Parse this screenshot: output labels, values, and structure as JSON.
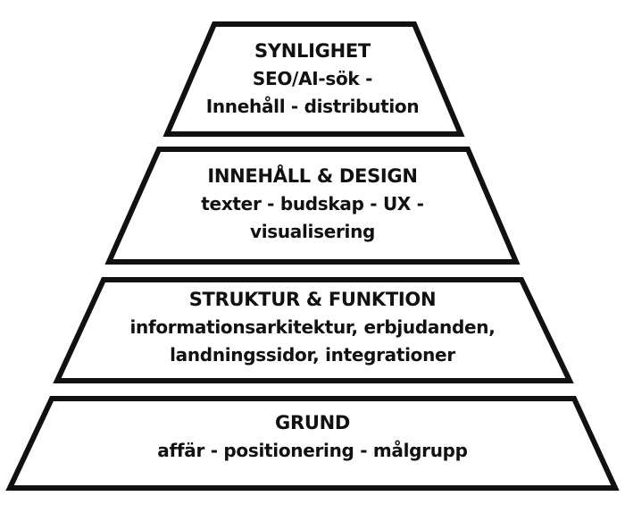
{
  "colors": {
    "stroke": "#111111",
    "fill": "#ffffff",
    "text": "#111111"
  },
  "tiers": [
    {
      "title": "SYNLIGHET",
      "lines": [
        "SEO/AI-sök -",
        "Innehåll - distribution"
      ]
    },
    {
      "title": "INNEHÅLL & DESIGN",
      "lines": [
        "texter - budskap - UX -",
        "visualisering"
      ]
    },
    {
      "title": "STRUKTUR & FUNKTION",
      "lines": [
        "informationsarkitektur, erbjudanden,",
        "landningssidor, integrationer"
      ]
    },
    {
      "title": "GRUND",
      "lines": [
        "affär - positionering - målgrupp"
      ]
    }
  ]
}
